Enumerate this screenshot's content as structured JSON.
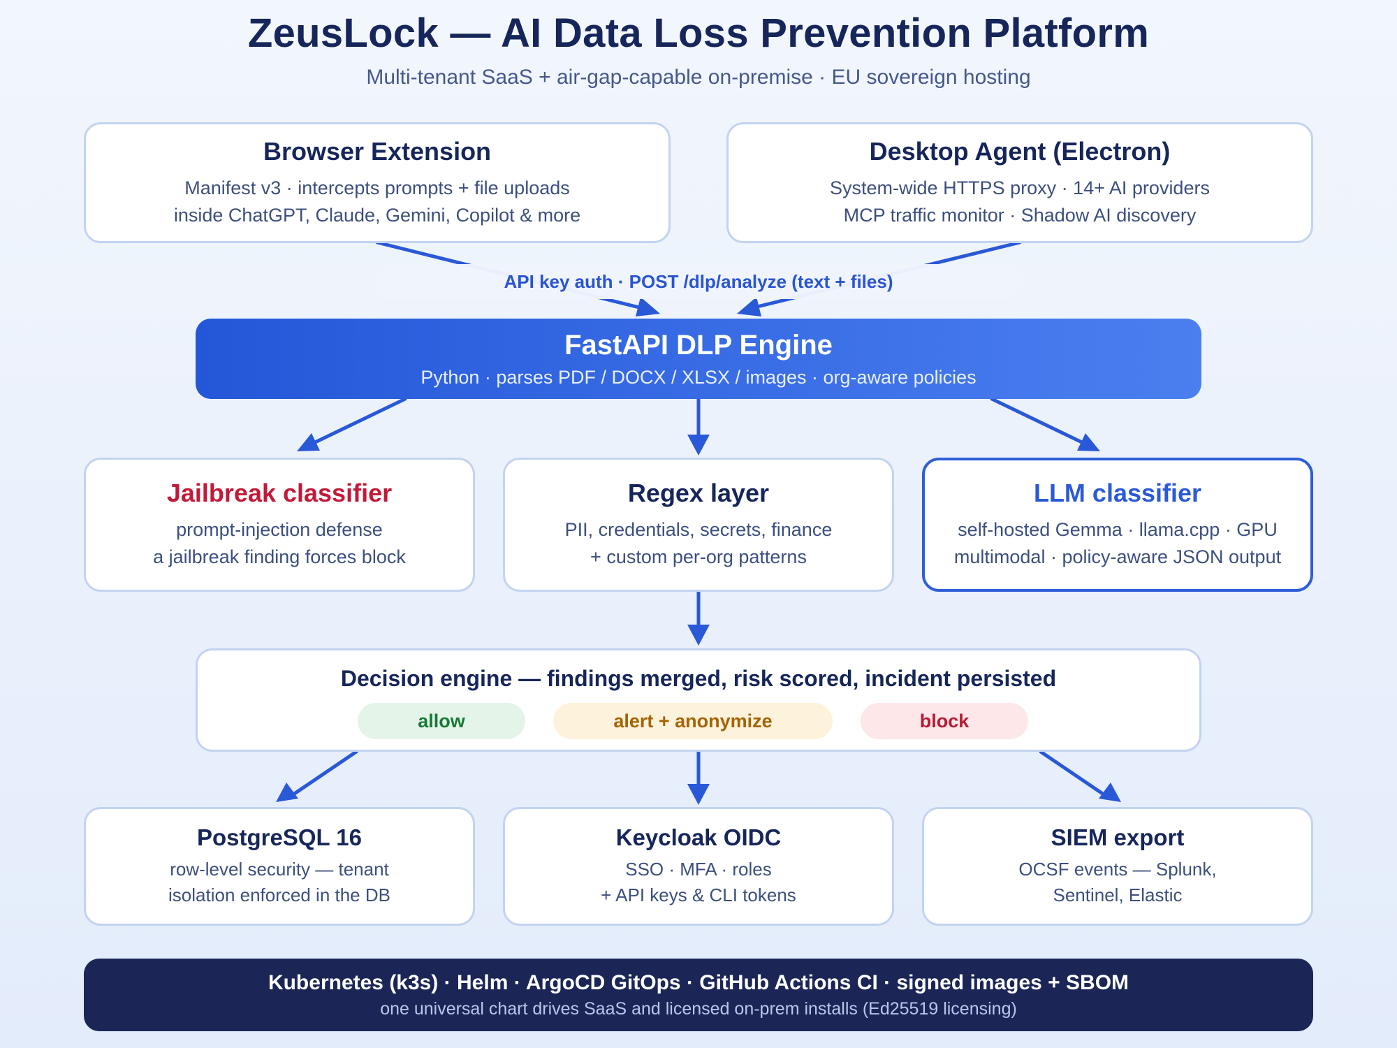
{
  "header": {
    "title": "ZeusLock — AI Data Loss Prevention Platform",
    "subtitle": "Multi-tenant SaaS + air-gap-capable on-premise · EU sovereign hosting"
  },
  "clients": {
    "browser_extension": {
      "title": "Browser Extension",
      "lines": [
        "Manifest v3 · intercepts prompts + file uploads",
        "inside ChatGPT, Claude, Gemini, Copilot & more"
      ]
    },
    "desktop_agent": {
      "title": "Desktop Agent (Electron)",
      "lines": [
        "System-wide HTTPS proxy · 14+ AI providers",
        "MCP traffic monitor · Shadow AI discovery"
      ]
    }
  },
  "api_label": "API key auth · POST /dlp/analyze (text + files)",
  "engine": {
    "title": "FastAPI DLP Engine",
    "subtitle": "Python · parses PDF / DOCX / XLSX / images · org-aware policies"
  },
  "classifiers": {
    "jailbreak": {
      "title": "Jailbreak classifier",
      "lines": [
        "prompt-injection defense",
        "a jailbreak finding forces block"
      ]
    },
    "regex": {
      "title": "Regex layer",
      "lines": [
        "PII, credentials, secrets, finance",
        "+ custom per-org patterns"
      ]
    },
    "llm": {
      "title": "LLM classifier",
      "lines": [
        "self-hosted Gemma · llama.cpp · GPU",
        "multimodal · policy-aware JSON output"
      ]
    }
  },
  "decision": {
    "title": "Decision engine — findings merged, risk scored, incident persisted",
    "outcomes": [
      "allow",
      "alert + anonymize",
      "block"
    ]
  },
  "outputs": {
    "postgres": {
      "title": "PostgreSQL 16",
      "lines": [
        "row-level security — tenant",
        "isolation enforced in the DB"
      ]
    },
    "keycloak": {
      "title": "Keycloak OIDC",
      "lines": [
        "SSO · MFA · roles",
        "+ API keys & CLI tokens"
      ]
    },
    "siem": {
      "title": "SIEM export",
      "lines": [
        "OCSF events — Splunk,",
        "Sentinel, Elastic"
      ]
    }
  },
  "footer": {
    "title": "Kubernetes (k3s) · Helm · ArgoCD GitOps · GitHub Actions CI · signed images + SBOM",
    "subtitle": "one universal chart drives SaaS and licensed on-prem installs (Ed25519 licensing)"
  },
  "colors": {
    "arrow": "#2a59d8",
    "engine_start": "#2457d8",
    "engine_end": "#4b7ff0",
    "jailbreak_title": "#c21a3a",
    "llm_title": "#2a5ad6",
    "footer_bg": "#1b2657",
    "allow": "#187a38",
    "alert": "#a46405",
    "block": "#b81a36"
  }
}
